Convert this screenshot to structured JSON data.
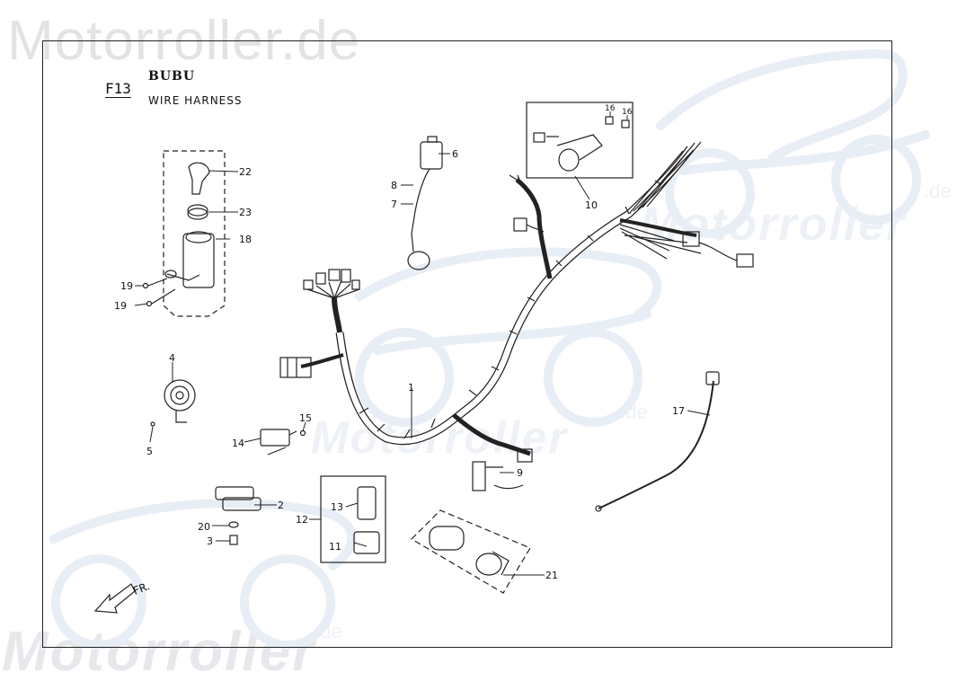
{
  "watermark": {
    "top": "Motorroller.de",
    "middle": "Motorroller",
    "right": "Motorroller",
    "bottom": "Motorroller",
    "de_suffix": ".de"
  },
  "header": {
    "figure_code": "F13",
    "model": "BUBU",
    "title": "WIRE HARNESS"
  },
  "direction_label": "FR.",
  "callouts": [
    "1",
    "2",
    "3",
    "4",
    "5",
    "6",
    "7",
    "8",
    "9",
    "10",
    "11",
    "12",
    "13",
    "14",
    "15",
    "16",
    "16",
    "17",
    "18",
    "19",
    "19",
    "20",
    "21",
    "22",
    "23"
  ],
  "colors": {
    "line": "#222222",
    "watermark": "#e6ebf1",
    "frame": "#222222"
  }
}
